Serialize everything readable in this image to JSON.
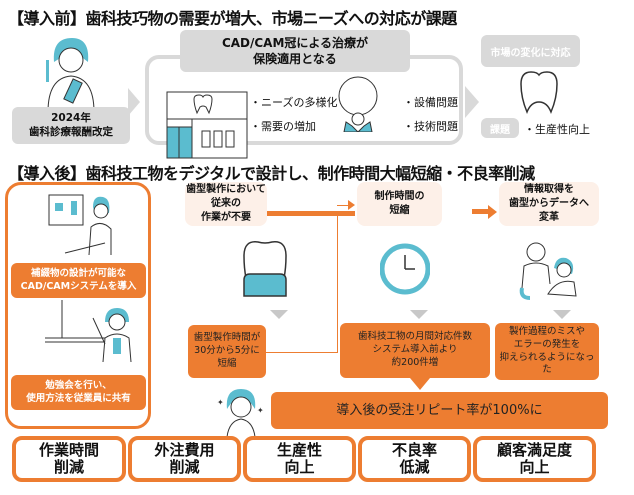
{
  "before": {
    "title": "【導入前】歯科技巧物の需要が増大、市場ニーズへの対応が課題",
    "revision": "2024年\n歯科診療報酬改定",
    "header": "CAD/CAM冠による治療が\n保険適用となる",
    "needs": [
      "・ニーズの多様化",
      "・需要の増加"
    ],
    "problems": [
      "・設備問題",
      "・技術問題"
    ],
    "market": "市場の変化に対応",
    "issue_label": "課題",
    "issue": "・生産性向上"
  },
  "after": {
    "title": "【導入後】歯科技工物をデジタルで設計し、制作時間大幅短縮・不良率削減",
    "left_boxes": [
      "補綴物の設計が可能な\nCAD/CAMシステムを導入",
      "勉強会を行い、\n使用方法を従業員に共有"
    ],
    "columns": [
      {
        "top": "歯型製作において従来の\n作業が不要",
        "bottom": "歯型製作時間が\n30分から5分に短縮"
      },
      {
        "top": "制作時間の\n短縮",
        "bottom": "歯科技工物の月間対応件数\nシステム導入前より\n約200件増"
      },
      {
        "top": "情報取得を\n歯型からデータへ\n変革",
        "bottom": "製作過程のミスや\nエラーの発生を\n抑えられるようになった"
      }
    ],
    "repeat": "導入後の受注リピート率が100%に",
    "results": [
      "作業時間\n削減",
      "外注費用\n削減",
      "生産性\n向上",
      "不良率\n低減",
      "顧客満足度\n向上"
    ]
  },
  "colors": {
    "orange": "#ed7d31",
    "teal": "#5bbccf",
    "gray": "#d9d9d9",
    "peach": "#fdf0e8"
  }
}
